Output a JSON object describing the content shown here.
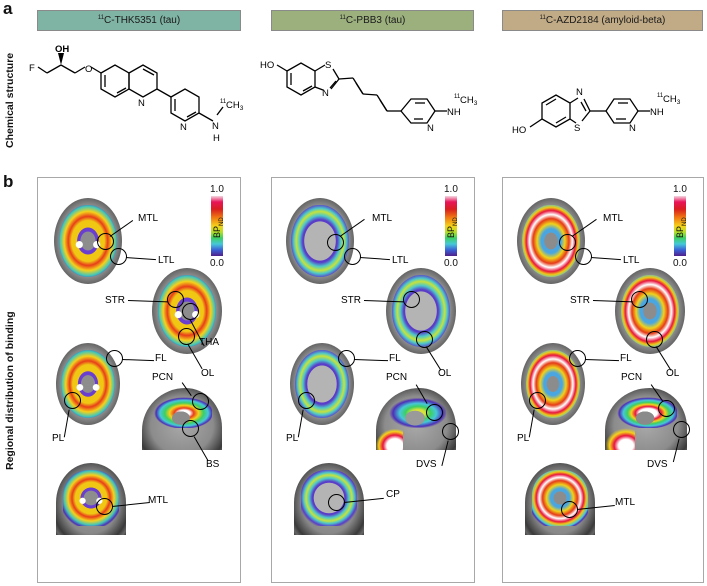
{
  "figure": {
    "panel_a_letter": "a",
    "panel_b_letter": "b",
    "row_labels": {
      "chemical_structure": "Chemical structure",
      "regional_binding": "Regional distribution of binding"
    }
  },
  "tracers": [
    {
      "isotope": "11",
      "name": "C-THK5351 (tau)",
      "header_color": "#7fb3a3",
      "structure_labels": {
        "oh": "OH",
        "f": "F",
        "o": "O",
        "n_quinoline": "N",
        "n_pyridine": "N",
        "nh_n": "N",
        "nh_h": "H",
        "methyl_isotope": "11",
        "methyl": "CH3"
      },
      "colorbar": {
        "max": "1.0",
        "min": "0.0",
        "label": "BP",
        "label_sub": "ND"
      },
      "rois": [
        "MTL",
        "LTL",
        "STR",
        "THA",
        "OL",
        "FL",
        "PL",
        "PCN",
        "BS",
        "MTL"
      ]
    },
    {
      "isotope": "11",
      "name": "C-PBB3 (tau)",
      "header_color": "#9cb07e",
      "structure_labels": {
        "ho": "HO",
        "s": "S",
        "n_thiazole": "N",
        "n_pyridine": "N",
        "nh": "NH",
        "methyl_isotope": "11",
        "methyl": "CH3"
      },
      "colorbar": {
        "max": "1.0",
        "min": "0.0",
        "label": "BP",
        "label_sub": "ND"
      },
      "rois": [
        "MTL",
        "LTL",
        "STR",
        "OL",
        "FL",
        "PL",
        "PCN",
        "DVS",
        "CP"
      ]
    },
    {
      "isotope": "11",
      "name": "C-AZD2184 (amyloid-beta)",
      "header_color": "#c1ab86",
      "structure_labels": {
        "ho": "HO",
        "s": "S",
        "n_thiazole": "N",
        "n_pyridine": "N",
        "nh": "NH",
        "methyl_isotope": "11",
        "methyl": "CH3"
      },
      "colorbar": {
        "max": "1.0",
        "min": "0.0",
        "label": "BP",
        "label_sub": "ND"
      },
      "rois": [
        "MTL",
        "LTL",
        "STR",
        "OL",
        "FL",
        "PL",
        "PCN",
        "DVS",
        "MTL"
      ]
    }
  ]
}
